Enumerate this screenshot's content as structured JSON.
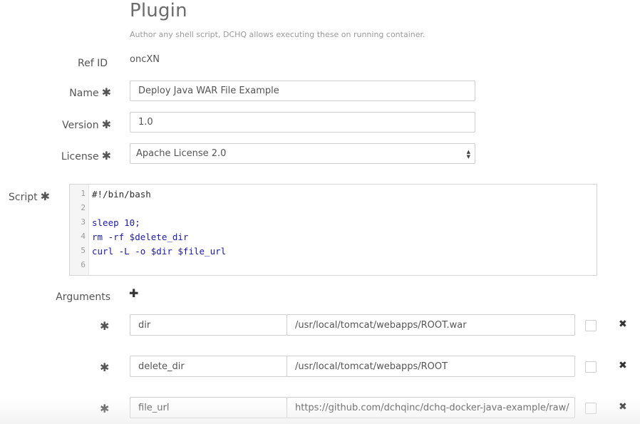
{
  "header": {
    "title": "Plugin",
    "subtitle": "Author any shell script, DCHQ allows executing these on running container."
  },
  "form": {
    "ref_id": {
      "label": "Ref ID",
      "value": "oncXN"
    },
    "name": {
      "label": "Name",
      "value": "Deploy Java WAR File Example"
    },
    "version": {
      "label": "Version",
      "value": "1.0"
    },
    "license": {
      "label": "License",
      "selected": "Apache License 2.0"
    },
    "script": {
      "label": "Script"
    },
    "arguments": {
      "label": "Arguments"
    },
    "required_marker": "✱"
  },
  "script_lines": [
    {
      "n": "1",
      "text": "#!/bin/bash"
    },
    {
      "n": "2",
      "text": ""
    },
    {
      "n": "3",
      "text": "sleep 10;"
    },
    {
      "n": "4",
      "text": "rm -rf $delete_dir"
    },
    {
      "n": "5",
      "text": "curl -L -o $dir $file_url"
    },
    {
      "n": "6",
      "text": ""
    }
  ],
  "arguments": [
    {
      "key": "dir",
      "value": "/usr/local/tomcat/webapps/ROOT.war"
    },
    {
      "key": "delete_dir",
      "value": "/usr/local/tomcat/webapps/ROOT"
    },
    {
      "key": "file_url",
      "value": "https://github.com/dchqinc/dchq-docker-java-example/raw/"
    }
  ],
  "icons": {
    "add": "plus-icon",
    "remove": "close-icon",
    "required": "asterisk-icon"
  }
}
